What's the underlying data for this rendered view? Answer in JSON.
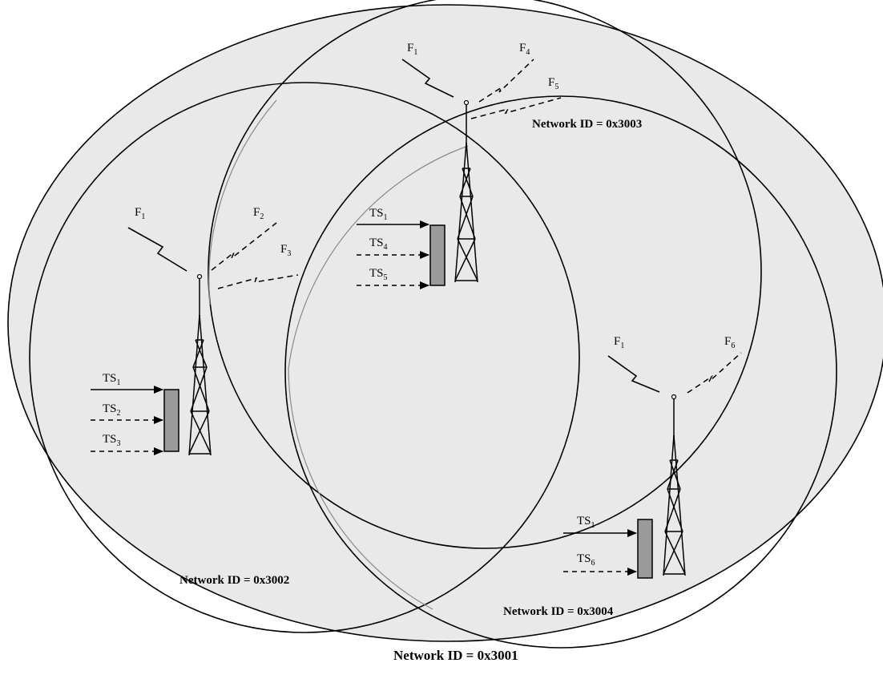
{
  "colors": {
    "fill": "#e9e9e9",
    "stroke": "#000000",
    "mux_fill": "#9a9a9a",
    "thin_circle": "#8a8a8a"
  },
  "networks": {
    "outer": "Network ID = 0x3001",
    "left": "Network ID = 0x3002",
    "top": "Network ID = 0x3003",
    "right": "Network ID = 0x3004"
  },
  "towers": {
    "left": {
      "frequencies": [
        {
          "base": "F",
          "sub": "1"
        },
        {
          "base": "F",
          "sub": "2"
        },
        {
          "base": "F",
          "sub": "3"
        }
      ],
      "streams": [
        {
          "base": "TS",
          "sub": "1"
        },
        {
          "base": "TS",
          "sub": "2"
        },
        {
          "base": "TS",
          "sub": "3"
        }
      ]
    },
    "top": {
      "frequencies": [
        {
          "base": "F",
          "sub": "1"
        },
        {
          "base": "F",
          "sub": "4"
        },
        {
          "base": "F",
          "sub": "5"
        }
      ],
      "streams": [
        {
          "base": "TS",
          "sub": "1"
        },
        {
          "base": "TS",
          "sub": "4"
        },
        {
          "base": "TS",
          "sub": "5"
        }
      ]
    },
    "right": {
      "frequencies": [
        {
          "base": "F",
          "sub": "1"
        },
        {
          "base": "F",
          "sub": "6"
        }
      ],
      "streams": [
        {
          "base": "TS",
          "sub": "1"
        },
        {
          "base": "TS",
          "sub": "6"
        }
      ]
    }
  }
}
